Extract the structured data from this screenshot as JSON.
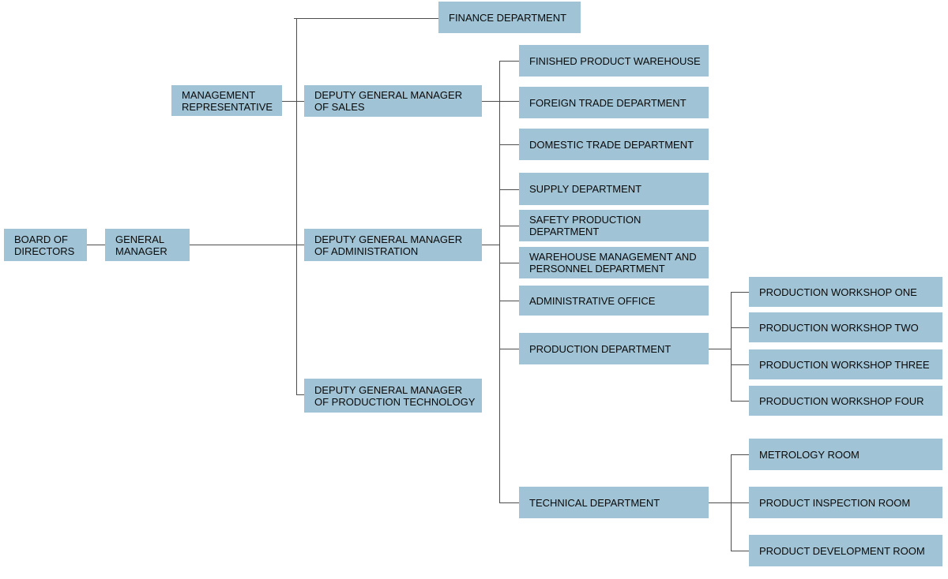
{
  "diagram": {
    "type": "org-chart",
    "colors": {
      "background": "#ffffff",
      "node_fill": "#a0c3d5",
      "node_text": "#0a0a0a",
      "line_color": "#4d4d4d"
    },
    "nodes": [
      {
        "id": "board-of-directors",
        "label": "BOARD OF DIRECTORS"
      },
      {
        "id": "general-manager",
        "label": "GENERAL MANAGER"
      },
      {
        "id": "management-representative",
        "label": "MANAGEMENT REPRESENTATIVE"
      },
      {
        "id": "finance-department",
        "label": "FINANCE DEPARTMENT"
      },
      {
        "id": "deputy-general-manager-of-sales",
        "label": "DEPUTY GENERAL MANAGER OF SALES"
      },
      {
        "id": "deputy-general-manager-of-administration",
        "label": "DEPUTY GENERAL MANAGER OF ADMINISTRATION"
      },
      {
        "id": "deputy-general-manager-of-production-technology",
        "label": "DEPUTY GENERAL MANAGER OF PRODUCTION TECHNOLOGY"
      },
      {
        "id": "finished-product-warehouse",
        "label": "FINISHED PRODUCT WAREHOUSE"
      },
      {
        "id": "foreign-trade-department",
        "label": "FOREIGN TRADE DEPARTMENT"
      },
      {
        "id": "domestic-trade-department",
        "label": "DOMESTIC TRADE DEPARTMENT"
      },
      {
        "id": "supply-department",
        "label": "SUPPLY DEPARTMENT"
      },
      {
        "id": "safety-production-department",
        "label": "SAFETY PRODUCTION DEPARTMENT"
      },
      {
        "id": "warehouse-management-and-personnel-department",
        "label": "WAREHOUSE MANAGEMENT AND PERSONNEL DEPARTMENT"
      },
      {
        "id": "administrative-office",
        "label": "ADMINISTRATIVE OFFICE"
      },
      {
        "id": "production-department",
        "label": "PRODUCTION DEPARTMENT"
      },
      {
        "id": "technical-department",
        "label": "TECHNICAL DEPARTMENT"
      },
      {
        "id": "production-workshop-one",
        "label": "PRODUCTION WORKSHOP ONE"
      },
      {
        "id": "production-workshop-two",
        "label": "PRODUCTION WORKSHOP TWO"
      },
      {
        "id": "production-workshop-three",
        "label": "PRODUCTION WORKSHOP THREE"
      },
      {
        "id": "production-workshop-four",
        "label": "PRODUCTION WORKSHOP FOUR"
      },
      {
        "id": "metrology-room",
        "label": "METROLOGY ROOM"
      },
      {
        "id": "product-inspection-room",
        "label": "PRODUCT INSPECTION ROOM"
      },
      {
        "id": "product-development-room",
        "label": "PRODUCT DEVELOPMENT ROOM"
      }
    ],
    "edges": [
      [
        "board-of-directors",
        "general-manager"
      ],
      [
        "general-manager",
        "finance-department"
      ],
      [
        "general-manager",
        "management-representative"
      ],
      [
        "general-manager",
        "deputy-general-manager-of-sales"
      ],
      [
        "general-manager",
        "deputy-general-manager-of-administration"
      ],
      [
        "general-manager",
        "deputy-general-manager-of-production-technology"
      ],
      [
        "deputy-general-manager-of-sales",
        "finished-product-warehouse"
      ],
      [
        "deputy-general-manager-of-sales",
        "foreign-trade-department"
      ],
      [
        "deputy-general-manager-of-sales",
        "domestic-trade-department"
      ],
      [
        "deputy-general-manager-of-administration",
        "supply-department"
      ],
      [
        "deputy-general-manager-of-administration",
        "safety-production-department"
      ],
      [
        "deputy-general-manager-of-administration",
        "warehouse-management-and-personnel-department"
      ],
      [
        "deputy-general-manager-of-administration",
        "administrative-office"
      ],
      [
        "deputy-general-manager-of-administration",
        "production-department"
      ],
      [
        "deputy-general-manager-of-administration",
        "technical-department"
      ],
      [
        "production-department",
        "production-workshop-one"
      ],
      [
        "production-department",
        "production-workshop-two"
      ],
      [
        "production-department",
        "production-workshop-three"
      ],
      [
        "production-department",
        "production-workshop-four"
      ],
      [
        "technical-department",
        "metrology-room"
      ],
      [
        "technical-department",
        "product-inspection-room"
      ],
      [
        "technical-department",
        "product-development-room"
      ]
    ]
  }
}
